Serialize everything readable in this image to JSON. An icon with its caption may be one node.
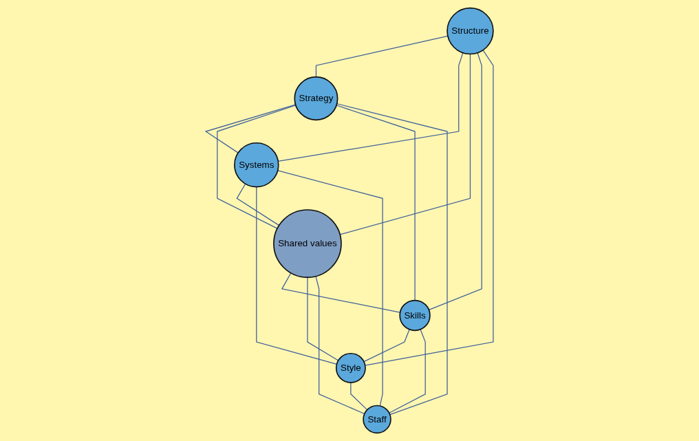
{
  "diagram": {
    "nodes": [
      {
        "text": [
          "Structure"
        ]
      },
      {
        "text": [
          "Strategy"
        ]
      },
      {
        "text": [
          "Systems"
        ]
      },
      {
        "text": [
          "Shared values"
        ]
      },
      {
        "text": [
          "Skills"
        ]
      },
      {
        "text": [
          "Style"
        ]
      },
      {
        "text": [
          "Staff"
        ]
      }
    ],
    "edges": [
      {
        "from": 0,
        "to": 1,
        "arrow": "none"
      },
      {
        "from": 0,
        "to": 2,
        "arrow": "none"
      },
      {
        "from": 0,
        "to": 3,
        "arrow": "none"
      },
      {
        "from": 0,
        "to": 4,
        "arrow": "none"
      },
      {
        "from": 0,
        "to": 5,
        "arrow": "none"
      },
      {
        "from": 1,
        "to": 2,
        "arrow": "none"
      },
      {
        "from": 1,
        "to": 3,
        "arrow": "none"
      },
      {
        "from": 1,
        "to": 4,
        "arrow": "none"
      },
      {
        "from": 1,
        "to": 6,
        "arrow": "none"
      },
      {
        "from": 2,
        "to": 3,
        "arrow": "none"
      },
      {
        "from": 2,
        "to": 5,
        "arrow": "none"
      },
      {
        "from": 2,
        "to": 6,
        "arrow": "none"
      },
      {
        "from": 3,
        "to": 4,
        "arrow": "none"
      },
      {
        "from": 3,
        "to": 5,
        "arrow": "none"
      },
      {
        "from": 3,
        "to": 6,
        "arrow": "none"
      },
      {
        "from": 4,
        "to": 5,
        "arrow": "none"
      },
      {
        "from": 4,
        "to": 6,
        "arrow": "none"
      },
      {
        "from": 5,
        "to": 6,
        "arrow": "none"
      }
    ]
  }
}
